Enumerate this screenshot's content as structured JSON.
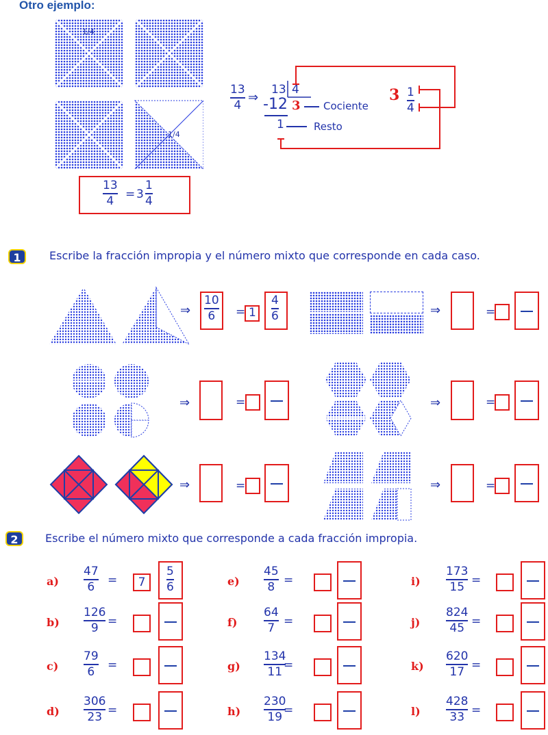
{
  "header": {
    "title": "Otro ejemplo:"
  },
  "example": {
    "square_label": "1/4",
    "fraction": {
      "num": "13",
      "den": "4"
    },
    "result": {
      "whole": "3",
      "num": "1",
      "den": "4"
    },
    "division": {
      "dividend": "13",
      "divisor": "4",
      "subtract": "-12",
      "quotient": "3",
      "remainder": "1",
      "cociente_label": "Cociente",
      "resto_label": "Resto",
      "implies": "⇒"
    },
    "equals": "="
  },
  "exercise1": {
    "number": "1",
    "instruction": "Escribe la fracción impropia y el número mixto que corresponde en cada caso.",
    "answer": {
      "num": "10",
      "den": "6",
      "whole": "1",
      "mixed_num": "4",
      "mixed_den": "6"
    },
    "arrow": "⇒",
    "equals": "="
  },
  "exercise2": {
    "number": "2",
    "instruction": "Escribe el número mixto que corresponde a cada fracción impropia.",
    "items": [
      {
        "label": "a)",
        "num": "47",
        "den": "6",
        "whole": "7",
        "mnum": "5",
        "mden": "6"
      },
      {
        "label": "b)",
        "num": "126",
        "den": "9"
      },
      {
        "label": "c)",
        "num": "79",
        "den": "6"
      },
      {
        "label": "d)",
        "num": "306",
        "den": "23"
      },
      {
        "label": "e)",
        "num": "45",
        "den": "8"
      },
      {
        "label": "f)",
        "num": "64",
        "den": "7"
      },
      {
        "label": "g)",
        "num": "134",
        "den": "11"
      },
      {
        "label": "h)",
        "num": "230",
        "den": "19"
      },
      {
        "label": "i)",
        "num": "173",
        "den": "15"
      },
      {
        "label": "j)",
        "num": "824",
        "den": "45"
      },
      {
        "label": "k)",
        "num": "620",
        "den": "17"
      },
      {
        "label": "l)",
        "num": "428",
        "den": "33"
      }
    ],
    "equals": "="
  },
  "colors": {
    "red": "#e21b1b",
    "blue": "#2233aa",
    "dot_blue": "#2a3ee0",
    "yellow": "#ffff00",
    "pink": "#f0305a"
  }
}
